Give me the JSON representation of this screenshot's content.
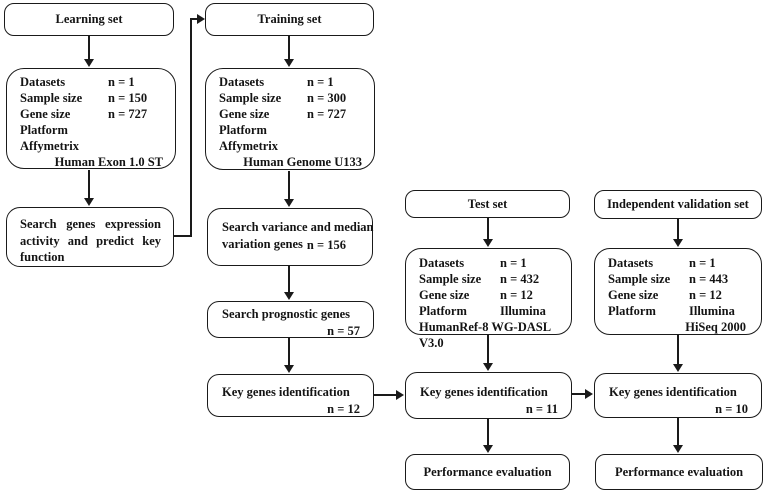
{
  "columns": {
    "learning": {
      "header": "Learning set",
      "dataset": {
        "rows": [
          {
            "label": "Datasets",
            "value": "n = 1"
          },
          {
            "label": "Sample size",
            "value": "n = 150"
          },
          {
            "label": "Gene size",
            "value": "n = 727"
          },
          {
            "label": "Platform",
            "value": ""
          },
          {
            "label": "Affymetrix",
            "value": ""
          }
        ],
        "platform_detail": "Human Exon 1.0 ST"
      },
      "search_box": "Search genes expression activity and predict key function"
    },
    "training": {
      "header": "Training set",
      "dataset": {
        "rows": [
          {
            "label": "Datasets",
            "value": "n = 1"
          },
          {
            "label": "Sample size",
            "value": "n = 300"
          },
          {
            "label": "Gene size",
            "value": "n = 727"
          },
          {
            "label": "Platform",
            "value": ""
          },
          {
            "label": "Affymetrix",
            "value": ""
          }
        ],
        "platform_detail": "Human Genome U133"
      },
      "variance_box": {
        "text": "Search variance and median variation genes",
        "n": "n = 156"
      },
      "prognostic_box": {
        "text": "Search prognostic genes",
        "n": "n = 57"
      },
      "key_genes_box": {
        "text": "Key genes identification",
        "n": "n = 12"
      }
    },
    "test": {
      "header": "Test set",
      "dataset": {
        "rows": [
          {
            "label": "Datasets",
            "value": "n = 1"
          },
          {
            "label": "Sample size",
            "value": "n = 432"
          },
          {
            "label": "Gene size",
            "value": "n = 12"
          },
          {
            "label": "Platform",
            "value": "Illumina"
          }
        ],
        "platform_detail": "HumanRef-8 WG-DASL V3.0"
      },
      "key_genes_box": {
        "text": "Key genes identification",
        "n": "n = 11"
      },
      "performance_box": "Performance evaluation"
    },
    "validation": {
      "header": "Independent validation set",
      "dataset": {
        "rows": [
          {
            "label": "Datasets",
            "value": "n = 1"
          },
          {
            "label": "Sample size",
            "value": "n = 443"
          },
          {
            "label": "Gene size",
            "value": "n = 12"
          },
          {
            "label": "Platform",
            "value": "Illumina"
          }
        ],
        "platform_detail": "HiSeq 2000"
      },
      "key_genes_box": {
        "text": "Key genes identification",
        "n": "n = 10"
      },
      "performance_box": "Performance evaluation"
    }
  }
}
